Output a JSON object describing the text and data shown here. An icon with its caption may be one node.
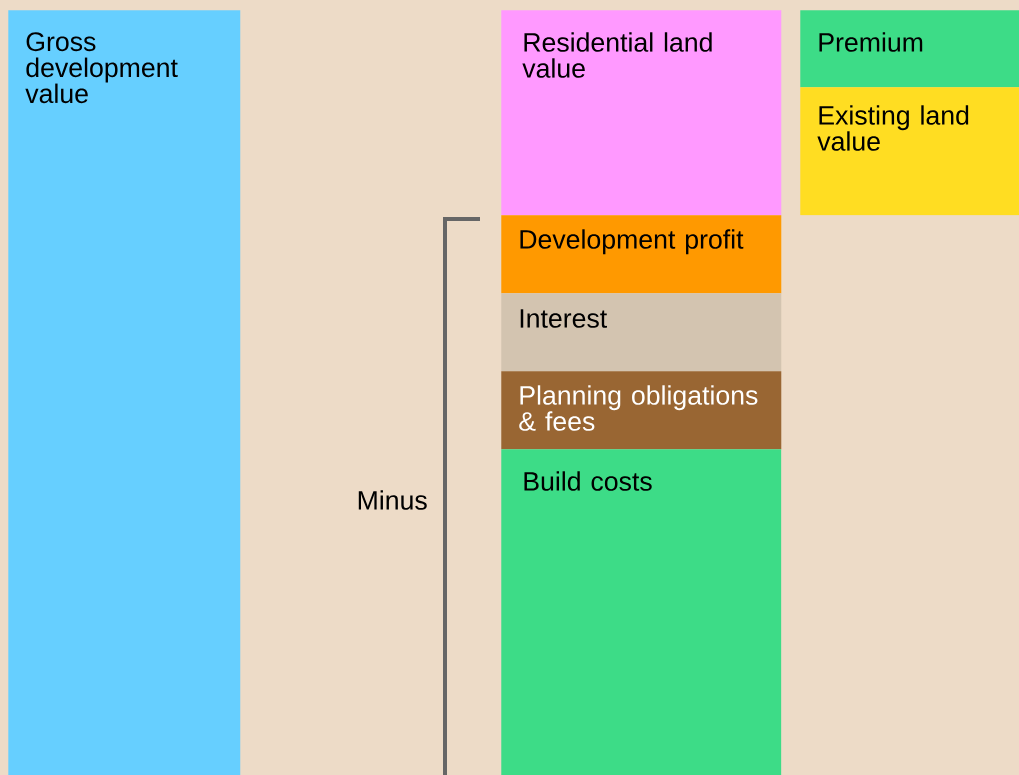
{
  "diagram": {
    "nodes": [
      {
        "text": [
          "Gross development value"
        ]
      },
      {
        "text": [
          "Residential land value"
        ]
      },
      {
        "text": [
          "Premium"
        ]
      },
      {
        "text": [
          "Existing land value"
        ]
      },
      {
        "text": [
          "Development profit"
        ]
      },
      {
        "text": [
          "Interest"
        ]
      },
      {
        "text": [
          "Planning obligations & fees"
        ]
      },
      {
        "text": [
          "Build costs"
        ]
      }
    ],
    "labels": [
      "Minus"
    ]
  }
}
